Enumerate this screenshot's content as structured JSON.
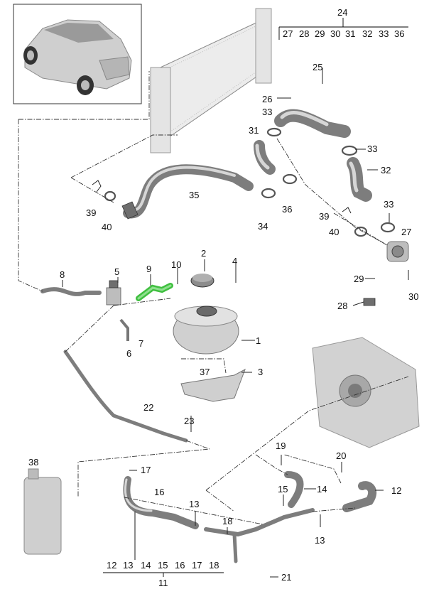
{
  "labels": {
    "p1": "1",
    "p2": "2",
    "p3": "3",
    "p4": "4",
    "p5": "5",
    "p6": "6",
    "p7": "7",
    "p8": "8",
    "p9": "9",
    "p10": "10",
    "p11": "11",
    "p12": "12",
    "p13a": "13",
    "p13b": "13",
    "p14": "14",
    "p15": "15",
    "p16": "16",
    "p17": "17",
    "p18": "18",
    "p19": "19",
    "p20": "20",
    "p21": "21",
    "p22": "22",
    "p23": "23",
    "p24": "24",
    "p25": "25",
    "p26": "26",
    "p27": "27",
    "p28": "28",
    "p29": "29",
    "p30": "30",
    "p31": "31",
    "p32": "32",
    "p33a": "33",
    "p33b": "33",
    "p33c": "33",
    "p34": "34",
    "p35": "35",
    "p36": "36",
    "p37": "37",
    "p38": "38",
    "p39a": "39",
    "p39b": "39",
    "p40a": "40",
    "p40b": "40"
  },
  "group_24": [
    "27",
    "28",
    "29",
    "30",
    "31",
    "32",
    "33",
    "36"
  ],
  "group_11": [
    "12",
    "13",
    "14",
    "15",
    "16",
    "17",
    "18"
  ],
  "colors": {
    "highlight_part": "#3fbf3f",
    "hose": "#7d7d7d",
    "line": "#222222"
  }
}
